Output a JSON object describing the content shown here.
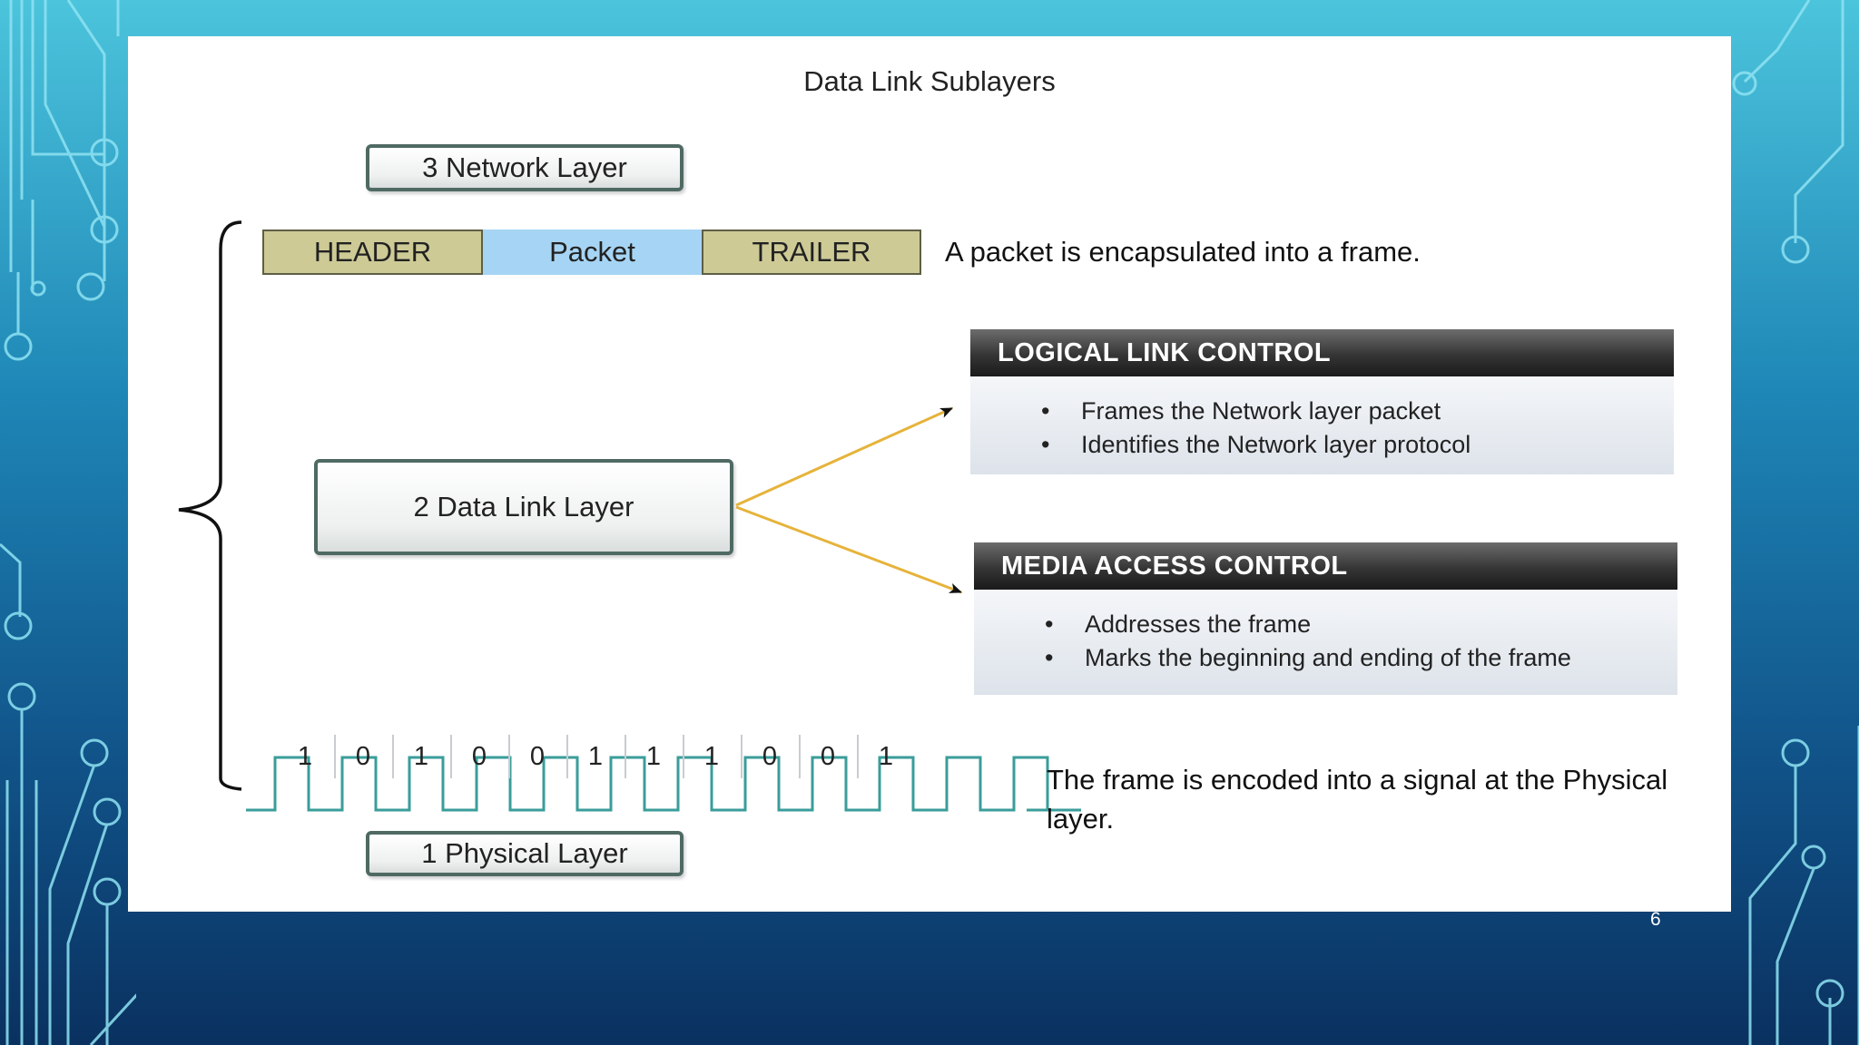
{
  "slide": {
    "title": "Data Link Sublayers",
    "page_number": "6"
  },
  "layers": {
    "network": "3 Network Layer",
    "data_link": "2 Data Link Layer",
    "physical": "1 Physical Layer"
  },
  "frame": {
    "header": "HEADER",
    "packet": "Packet",
    "trailer": "TRAILER",
    "caption": "A packet is encapsulated into a frame."
  },
  "llc": {
    "title": "LOGICAL LINK CONTROL",
    "bullets": [
      "Frames the Network layer packet",
      "Identifies the Network layer protocol"
    ]
  },
  "mac": {
    "title": "MEDIA ACCESS CONTROL",
    "bullets": [
      "Addresses the frame",
      "Marks the beginning and ending of the frame"
    ]
  },
  "bullet_glyph": "•",
  "signal": {
    "bits": [
      "1",
      "0",
      "1",
      "0",
      "0",
      "1",
      "1",
      "1",
      "0",
      "0",
      "1"
    ],
    "caption": "The frame is encoded into a signal at the Physical layer."
  },
  "colors": {
    "header_trailer_fill": "#cdca96",
    "packet_fill": "#a6d4f4",
    "arrow_line": "#e6b33a",
    "signal_line": "#3a9d9a",
    "sublayer_header": "#2a2a2a"
  },
  "icons": {
    "brace": "left-curly-brace",
    "arrows": "arrow-right-icon"
  }
}
